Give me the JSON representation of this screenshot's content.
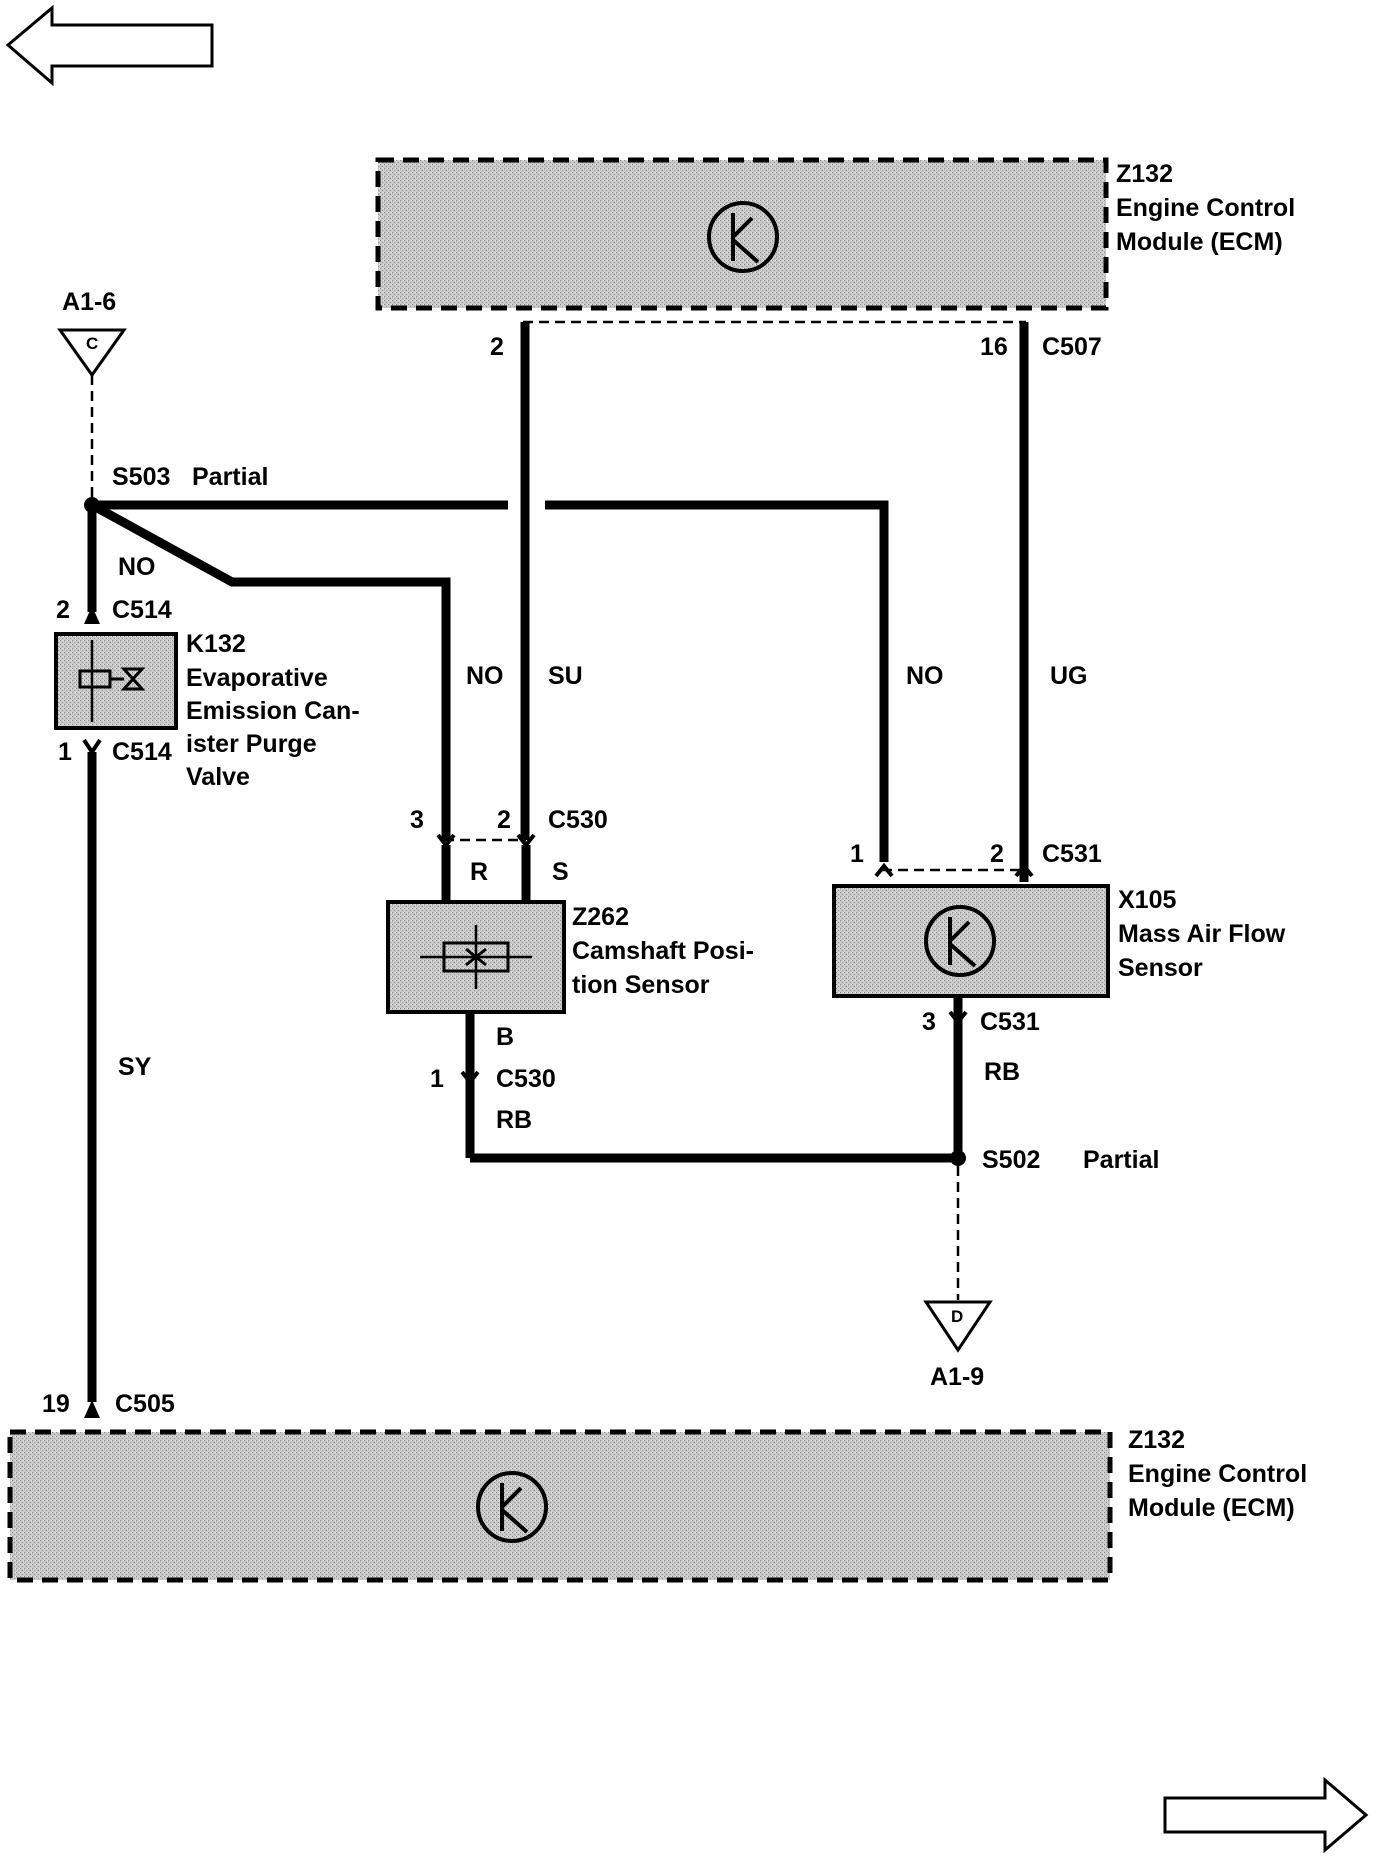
{
  "ecm_top": {
    "id": "Z132",
    "name_line1": "Engine Control",
    "name_line2": "Module (ECM)"
  },
  "ecm_bottom": {
    "id": "Z132",
    "name_line1": "Engine Control",
    "name_line2": "Module (ECM)"
  },
  "k132": {
    "id": "K132",
    "line1": "Evaporative",
    "line2": "Emission Can-",
    "line3": "ister Purge",
    "line4": "Valve"
  },
  "z262": {
    "id": "Z262",
    "line1": "Camshaft Posi-",
    "line2": "tion Sensor"
  },
  "x105": {
    "id": "X105",
    "line1": "Mass Air Flow",
    "line2": "Sensor"
  },
  "references": {
    "a1_6": {
      "label": "A1-6",
      "letter": "C"
    },
    "a1_9": {
      "label": "A1-9",
      "letter": "D"
    }
  },
  "splices": {
    "s503": {
      "id": "S503",
      "note": "Partial"
    },
    "s502": {
      "id": "S502",
      "note": "Partial"
    }
  },
  "connectors": {
    "c507": "C507",
    "c514": "C514",
    "c530": "C530",
    "c531": "C531",
    "c505": "C505"
  },
  "pins": {
    "ecm_2": "2",
    "ecm_16": "16",
    "k132_2": "2",
    "k132_1": "1",
    "z262_3": "3",
    "z262_2": "2",
    "z262_1": "1",
    "x105_1": "1",
    "x105_2": "2",
    "x105_3": "3",
    "ecm_19": "19"
  },
  "wire_colors": {
    "no_k132": "NO",
    "no_z262": "NO",
    "su": "SU",
    "no_x105": "NO",
    "ug": "UG",
    "sy": "SY",
    "r": "R",
    "s": "S",
    "b": "B",
    "rb_z262": "RB",
    "rb_x105": "RB"
  },
  "nav": {
    "prev_icon": "left-arrow-icon",
    "next_icon": "right-arrow-icon"
  }
}
